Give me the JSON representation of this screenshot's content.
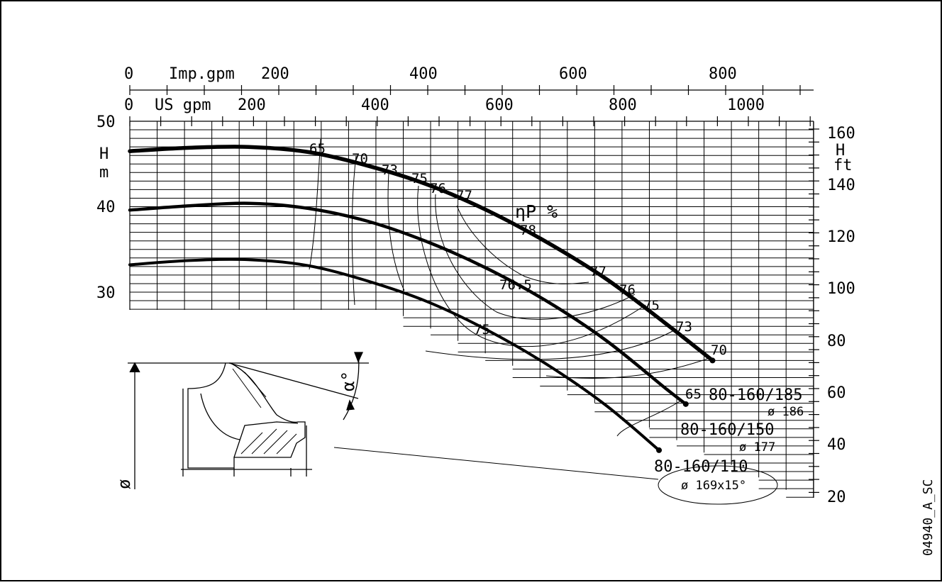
{
  "chart_data": {
    "type": "line",
    "title": "",
    "x_axes": {
      "imp_gpm": {
        "label": "Imp.gpm",
        "ticks": [
          "0",
          "200",
          "400",
          "600",
          "800"
        ]
      },
      "us_gpm": {
        "label": "US gpm",
        "ticks": [
          "0",
          "200",
          "400",
          "600",
          "800",
          "1000"
        ]
      }
    },
    "y_left": {
      "label_top": "H",
      "label_bottom": "m",
      "ticks": [
        30,
        40,
        50
      ],
      "ylim": [
        28,
        50
      ]
    },
    "y_right": {
      "label_top": "H",
      "label_bottom": "ft",
      "ticks": [
        20,
        40,
        60,
        80,
        100,
        120,
        140,
        160
      ]
    },
    "usgpm_range": [
      0,
      1150
    ],
    "series": [
      {
        "name": "80-160/185",
        "diameter": "ø 186",
        "x": [
          0,
          100,
          200,
          300,
          400,
          500,
          600,
          700,
          800,
          900,
          980
        ],
        "y": [
          46.5,
          46.9,
          47.0,
          46.4,
          44.8,
          42.6,
          39.6,
          35.9,
          31.6,
          26.4,
          22.0
        ]
      },
      {
        "name": "80-160/150",
        "diameter": "ø 177",
        "x": [
          0,
          100,
          200,
          300,
          400,
          500,
          600,
          700,
          800,
          900,
          935
        ],
        "y": [
          39.6,
          40.1,
          40.4,
          39.8,
          38.3,
          35.9,
          32.8,
          29.0,
          24.4,
          18.8,
          16.9
        ]
      },
      {
        "name": "80-160/110",
        "diameter": "ø 169x15°",
        "x": [
          0,
          100,
          200,
          300,
          400,
          500,
          600,
          700,
          800,
          890
        ],
        "y": [
          33.2,
          33.7,
          33.8,
          33.1,
          31.3,
          28.9,
          25.6,
          21.6,
          16.8,
          11.5
        ]
      }
    ],
    "efficiency_label": "ηP %",
    "efficiency_labels_top": [
      "65",
      "70",
      "73",
      "75",
      "76",
      "77",
      "78"
    ],
    "efficiency_labels_right": [
      "77",
      "76",
      "75",
      "73",
      "70",
      "65"
    ],
    "efficiency_labels_inner": [
      "76.5",
      "75"
    ],
    "impeller_angle_label": "α°",
    "diameter_symbol": "ø",
    "drawing_code": "04940_A_SC"
  }
}
